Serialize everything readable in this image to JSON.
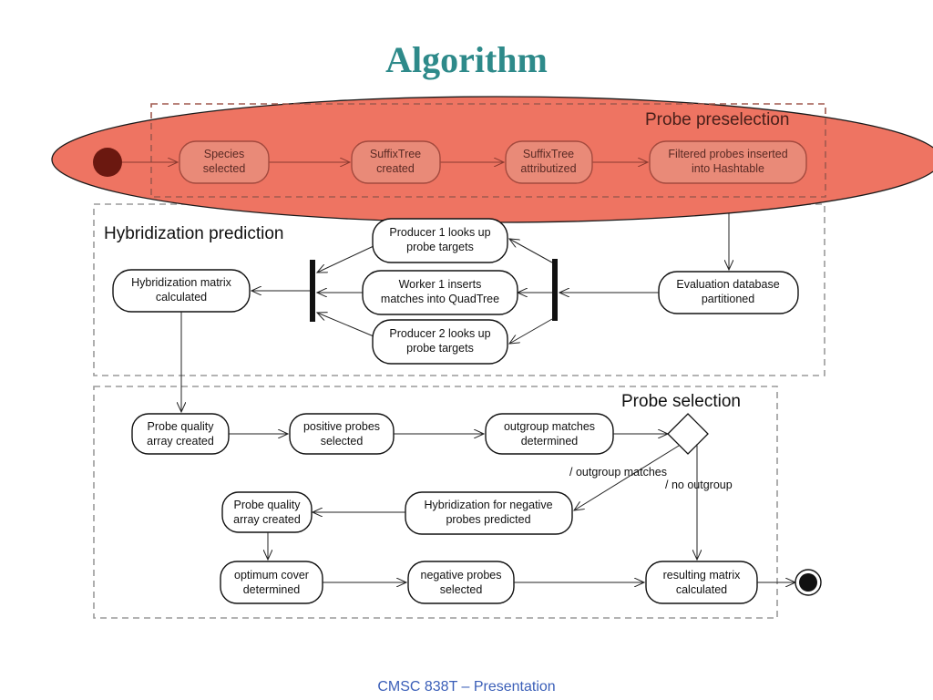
{
  "slide": {
    "title": "Algorithm",
    "footer": "CMSC 838T – Presentation"
  },
  "groups": {
    "preselection": "Probe preselection",
    "hybridization": "Hybridization prediction",
    "selection": "Probe selection"
  },
  "nodes": {
    "species": [
      "Species",
      "selected"
    ],
    "suffix_created": [
      "SuffixTree",
      "created"
    ],
    "suffix_attr": [
      "SuffixTree",
      "attributized"
    ],
    "hashtable": [
      "Filtered probes inserted",
      "into Hashtable"
    ],
    "eval_db": [
      "Evaluation database",
      "partitioned"
    ],
    "producer1": [
      "Producer 1 looks up",
      "probe targets"
    ],
    "worker1": [
      "Worker 1 inserts",
      "matches into QuadTree"
    ],
    "producer2": [
      "Producer 2 looks up",
      "probe targets"
    ],
    "hyb_matrix": [
      "Hybridization matrix",
      "calculated"
    ],
    "pq_array1": [
      "Probe quality",
      "array created"
    ],
    "pos_probes": [
      "positive probes",
      "selected"
    ],
    "outgroup": [
      "outgroup matches",
      "determined"
    ],
    "hyb_negative": [
      "Hybridization for negative",
      "probes predicted"
    ],
    "pq_array2": [
      "Probe quality",
      "array created"
    ],
    "opt_cover": [
      "optimum cover",
      "determined"
    ],
    "neg_probes": [
      "negative probes",
      "selected"
    ],
    "result": [
      "resulting matrix",
      "calculated"
    ]
  },
  "guards": {
    "outgroup_matches": "/ outgroup matches",
    "no_outgroup": "/ no outgroup"
  },
  "colors": {
    "title": "#2e8a8a",
    "footer": "#3b5fb8",
    "highlight_ellipse": "#ee7462",
    "start_node": "#6b1810",
    "group_border": "#9a9a9a"
  }
}
